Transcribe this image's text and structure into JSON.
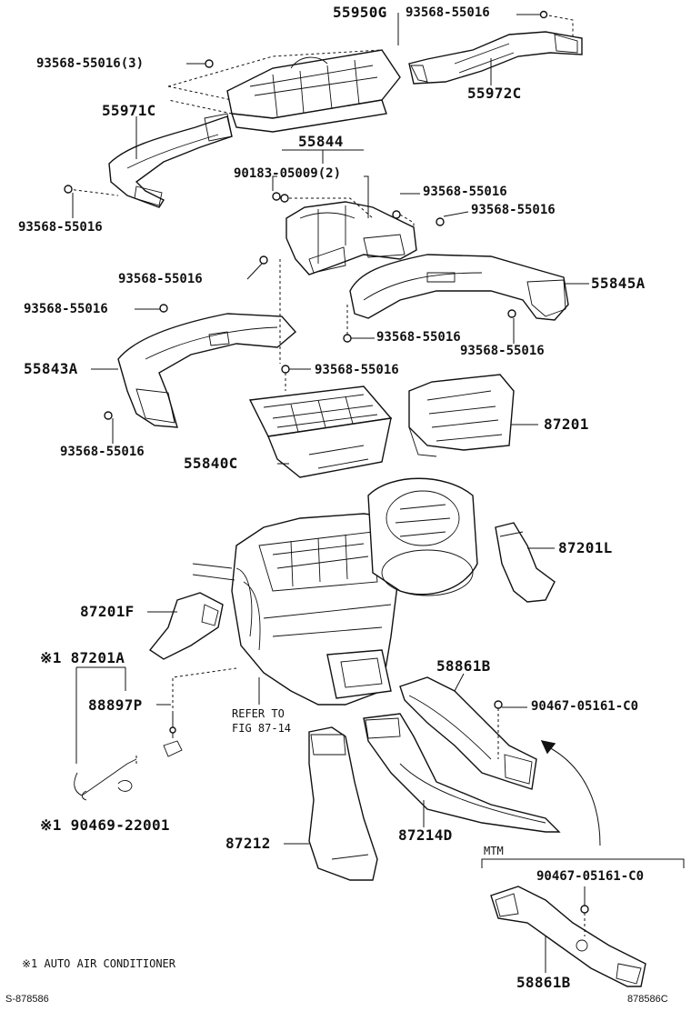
{
  "labels": {
    "p55950G": "55950G",
    "b93568_top_right": "93568-55016",
    "b93568_3": "93568-55016(3)",
    "p55972C": "55972C",
    "p55971C": "55971C",
    "b93568_left_1": "93568-55016",
    "p55844": "55844",
    "b90183": "90183-05009(2)",
    "b93568_mid_1": "93568-55016",
    "b93568_mid_2": "93568-55016",
    "b93568_mid_3": "93568-55016",
    "p55845A": "55845A",
    "b93568_left_2": "93568-55016",
    "b93568_mid_4": "93568-55016",
    "b93568_mid_5": "93568-55016",
    "p55843A": "55843A",
    "b93568_mid_6": "93568-55016",
    "b93568_left_3": "93568-55016",
    "p87201": "87201",
    "p55840C": "55840C",
    "p87201L": "87201L",
    "p87201F": "87201F",
    "p87201A": "※1 87201A",
    "p88897P": "88897P",
    "refer_line1": "REFER TO",
    "refer_line2": "FIG 87-14",
    "p58861B_top": "58861B",
    "b90467_top": "90467-05161-C0",
    "p87212": "87212",
    "p87214D": "87214D",
    "b90469": "※1 90469-22001",
    "mtm": "MTM",
    "b90467_bottom": "90467-05161-C0",
    "p58861B_bottom": "58861B",
    "footnote": "※1 AUTO AIR CONDITIONER",
    "code_left": "S-878586",
    "code_right": "878586C"
  }
}
